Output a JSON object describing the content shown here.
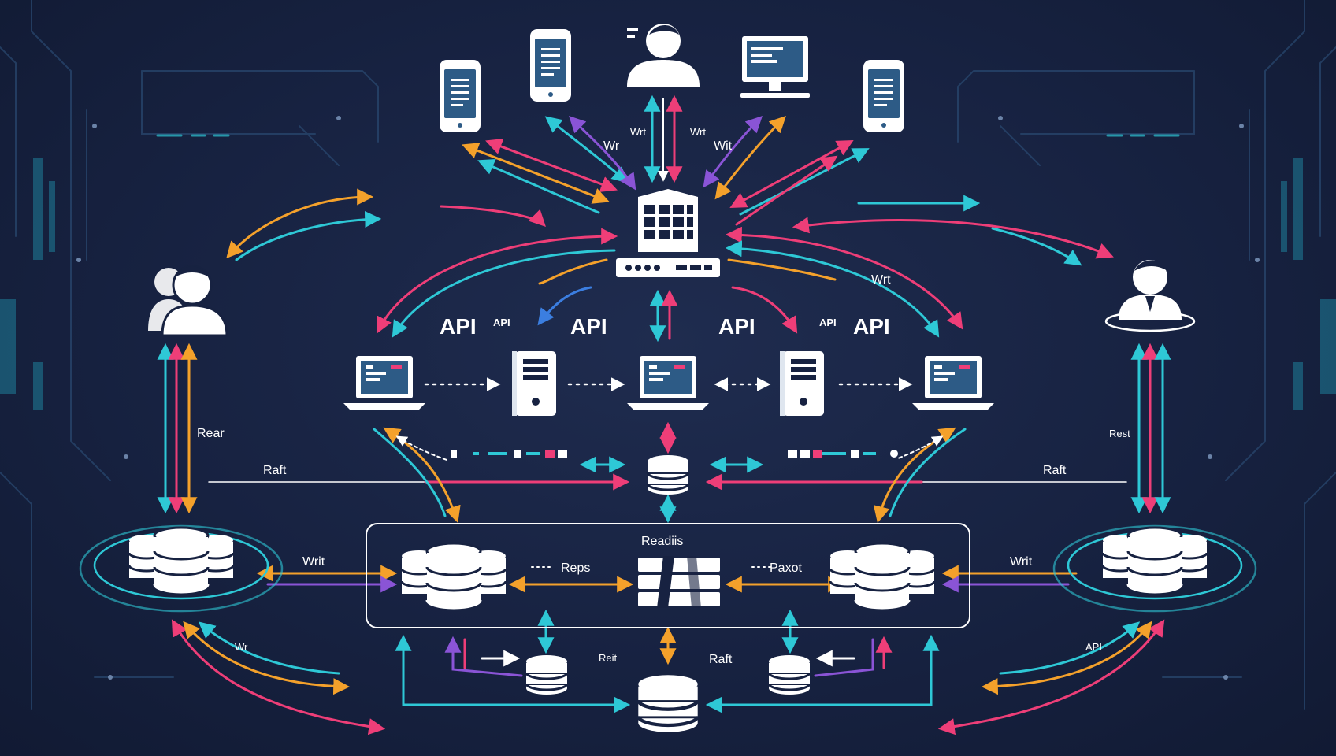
{
  "colors": {
    "background": "#172241",
    "cyan": "#2ec8d6",
    "orange": "#f4a12b",
    "pink": "#ee3e78",
    "purple": "#8a54d6",
    "blue": "#3b7ee0",
    "icon": "#ffffff"
  },
  "labels": {
    "api_1": "API",
    "api_2": "API",
    "api_3": "API",
    "api_4": "API",
    "api_small_1": "API",
    "api_small_2": "API",
    "wr_top_left": "Wr",
    "wrt_top_a": "Wrt",
    "wrt_top_b": "Wrt",
    "wit_top": "Wit",
    "wrt_right": "Wrt",
    "rear": "Rear",
    "rest": "Rest",
    "raft_left": "Raft",
    "raft_right": "Raft",
    "raft_bottom": "Raft",
    "writ_left": "Writ",
    "writ_right": "Writ",
    "redis_box": "Readiis",
    "reps": "Reps",
    "paxot": "Paxot",
    "wr_bottom": "Wr",
    "api_bottom_right": "API",
    "reit": "Reit"
  },
  "icons": {
    "phones": [
      "phone-icon",
      "phone-icon",
      "phone-icon"
    ],
    "desktop": "desktop-icon",
    "user_top": "user-icon",
    "user_left": "user-group-icon",
    "user_right": "user-icon",
    "server_central": "server-icon",
    "laptops": [
      "laptop-icon",
      "laptop-icon",
      "laptop-icon"
    ],
    "towers": [
      "server-tower-icon",
      "server-tower-icon"
    ],
    "databases": "database-icon"
  }
}
